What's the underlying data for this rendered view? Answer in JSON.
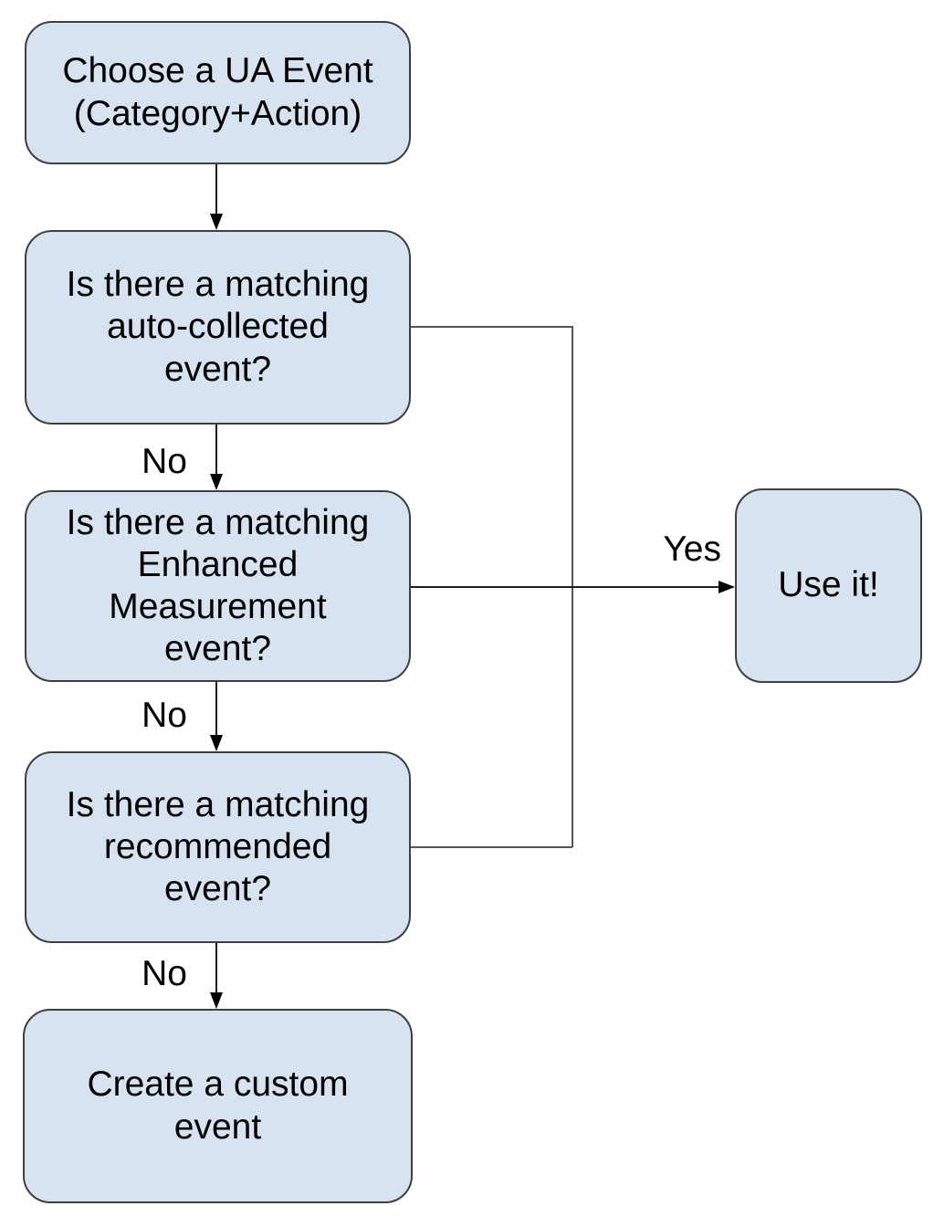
{
  "diagram": {
    "type": "flowchart",
    "nodes": [
      {
        "id": "choose-ua-event",
        "label": "Choose a UA Event\n(Category+Action)"
      },
      {
        "id": "auto-collected",
        "label": "Is there a matching\nauto-collected\nevent?"
      },
      {
        "id": "enhanced-measurement",
        "label": "Is there a matching\nEnhanced\nMeasurement\nevent?"
      },
      {
        "id": "recommended",
        "label": "Is there a matching\nrecommended\nevent?"
      },
      {
        "id": "create-custom-event",
        "label": "Create a custom\nevent"
      },
      {
        "id": "use-it",
        "label": "Use it!"
      }
    ],
    "edges": [
      {
        "from": "choose-ua-event",
        "to": "auto-collected",
        "label": ""
      },
      {
        "from": "auto-collected",
        "to": "enhanced-measurement",
        "label": "No"
      },
      {
        "from": "enhanced-measurement",
        "to": "recommended",
        "label": "No"
      },
      {
        "from": "recommended",
        "to": "create-custom-event",
        "label": "No"
      },
      {
        "from": "enhanced-measurement",
        "to": "use-it",
        "label": "Yes"
      },
      {
        "from": "auto-collected",
        "to": "use-it",
        "label": ""
      },
      {
        "from": "recommended",
        "to": "use-it",
        "label": ""
      }
    ],
    "colors": {
      "node_fill": "#d7e3f1",
      "node_border": "#3f3f3f",
      "connector_line": "#555555",
      "arrow_line": "#1f1f1f",
      "arrowhead": "#000000",
      "text": "#000000",
      "background": "#ffffff"
    }
  }
}
